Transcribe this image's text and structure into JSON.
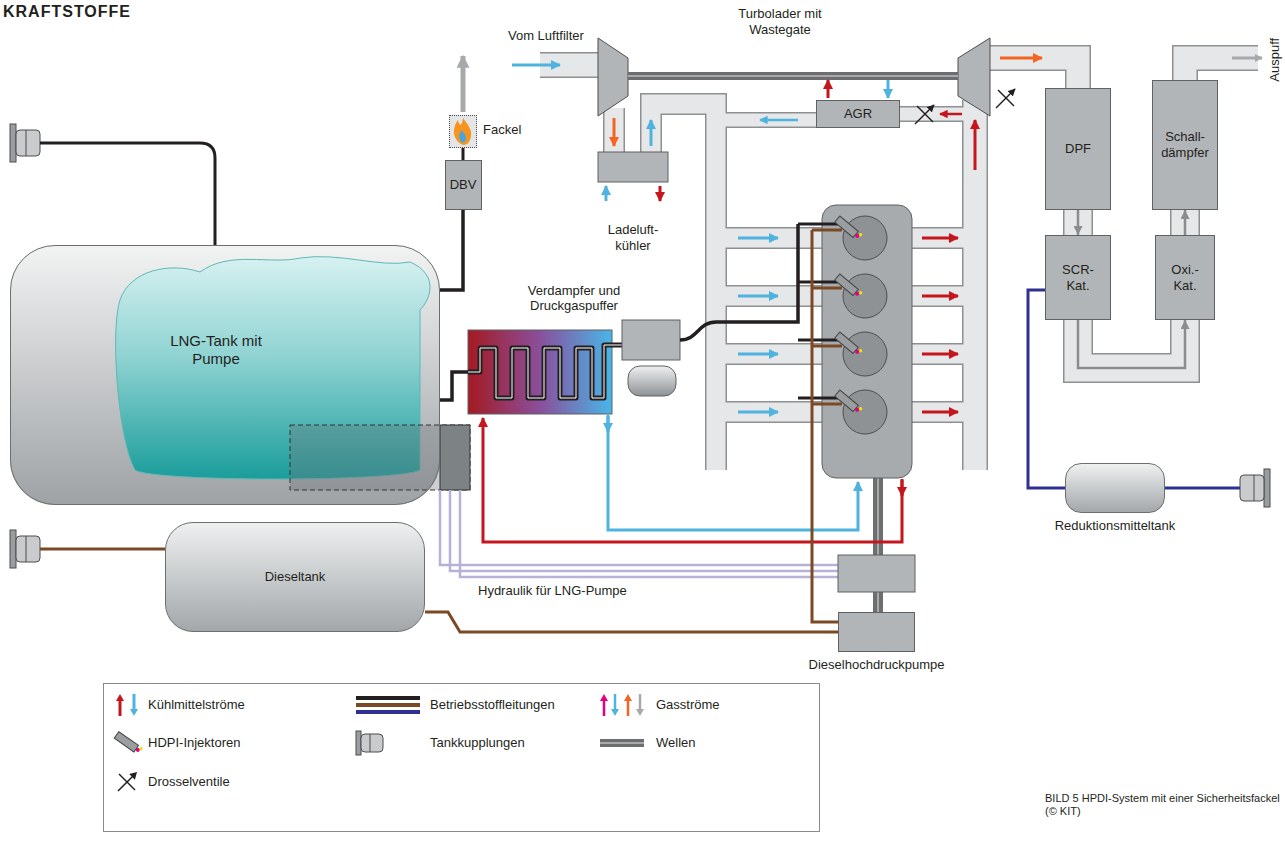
{
  "diagram": {
    "caption": "BILD 5 HPDI-System mit einer Sicherheitsfackel (© KIT)",
    "nodes": [
      {
        "text": [
          "Fackel"
        ]
      },
      {
        "text": [
          "DBV"
        ]
      },
      {
        "text": [
          "AGR"
        ]
      },
      {
        "text": [
          "Ladeluft- kühler"
        ]
      },
      {
        "text": [
          "DPF"
        ]
      },
      {
        "text": [
          "Schall- dämpfer"
        ]
      },
      {
        "text": [
          "LNG-Tank mit Pumpe"
        ]
      },
      {
        "text": [
          "Verdampfer und Druckgaspuffer"
        ]
      },
      {
        "text": [
          "SCR- Kat."
        ]
      },
      {
        "text": [
          "Oxi.- Kat."
        ]
      },
      {
        "text": [
          "Dieseltank"
        ]
      },
      {
        "text": [
          "Reduktionsmitteltank"
        ]
      },
      {
        "text": [
          "Dieselhochdruckpumpe"
        ]
      }
    ],
    "edges": [
      {
        "from": 1,
        "to": 0,
        "arrow": "none"
      },
      {
        "from": 6,
        "to": 1,
        "arrow": "none"
      },
      {
        "from": 6,
        "to": 7,
        "arrow": "none"
      },
      {
        "from": 4,
        "to": 8,
        "arrow": "to"
      },
      {
        "from": 8,
        "to": 9,
        "arrow": "to"
      },
      {
        "from": 9,
        "to": 5,
        "arrow": "to"
      },
      {
        "from": 10,
        "to": 12,
        "arrow": "none"
      },
      {
        "from": 11,
        "to": 8,
        "arrow": "none"
      }
    ],
    "labels": [
      "KRAFTSTOFFE",
      "Vom Luftfilter",
      "Turbolader mit Wastegate",
      "Hydraulik für LNG-Pumpe",
      "Auspuff"
    ],
    "legend": [
      {
        "text": "Kühlmittelströme"
      },
      {
        "text": "Betriebsstoffleitungen"
      },
      {
        "text": "Gasströme"
      },
      {
        "text": "HDPI-Injektoren"
      },
      {
        "text": "Tankkupplungen"
      },
      {
        "text": "Wellen"
      },
      {
        "text": "Drosselventile"
      }
    ]
  }
}
